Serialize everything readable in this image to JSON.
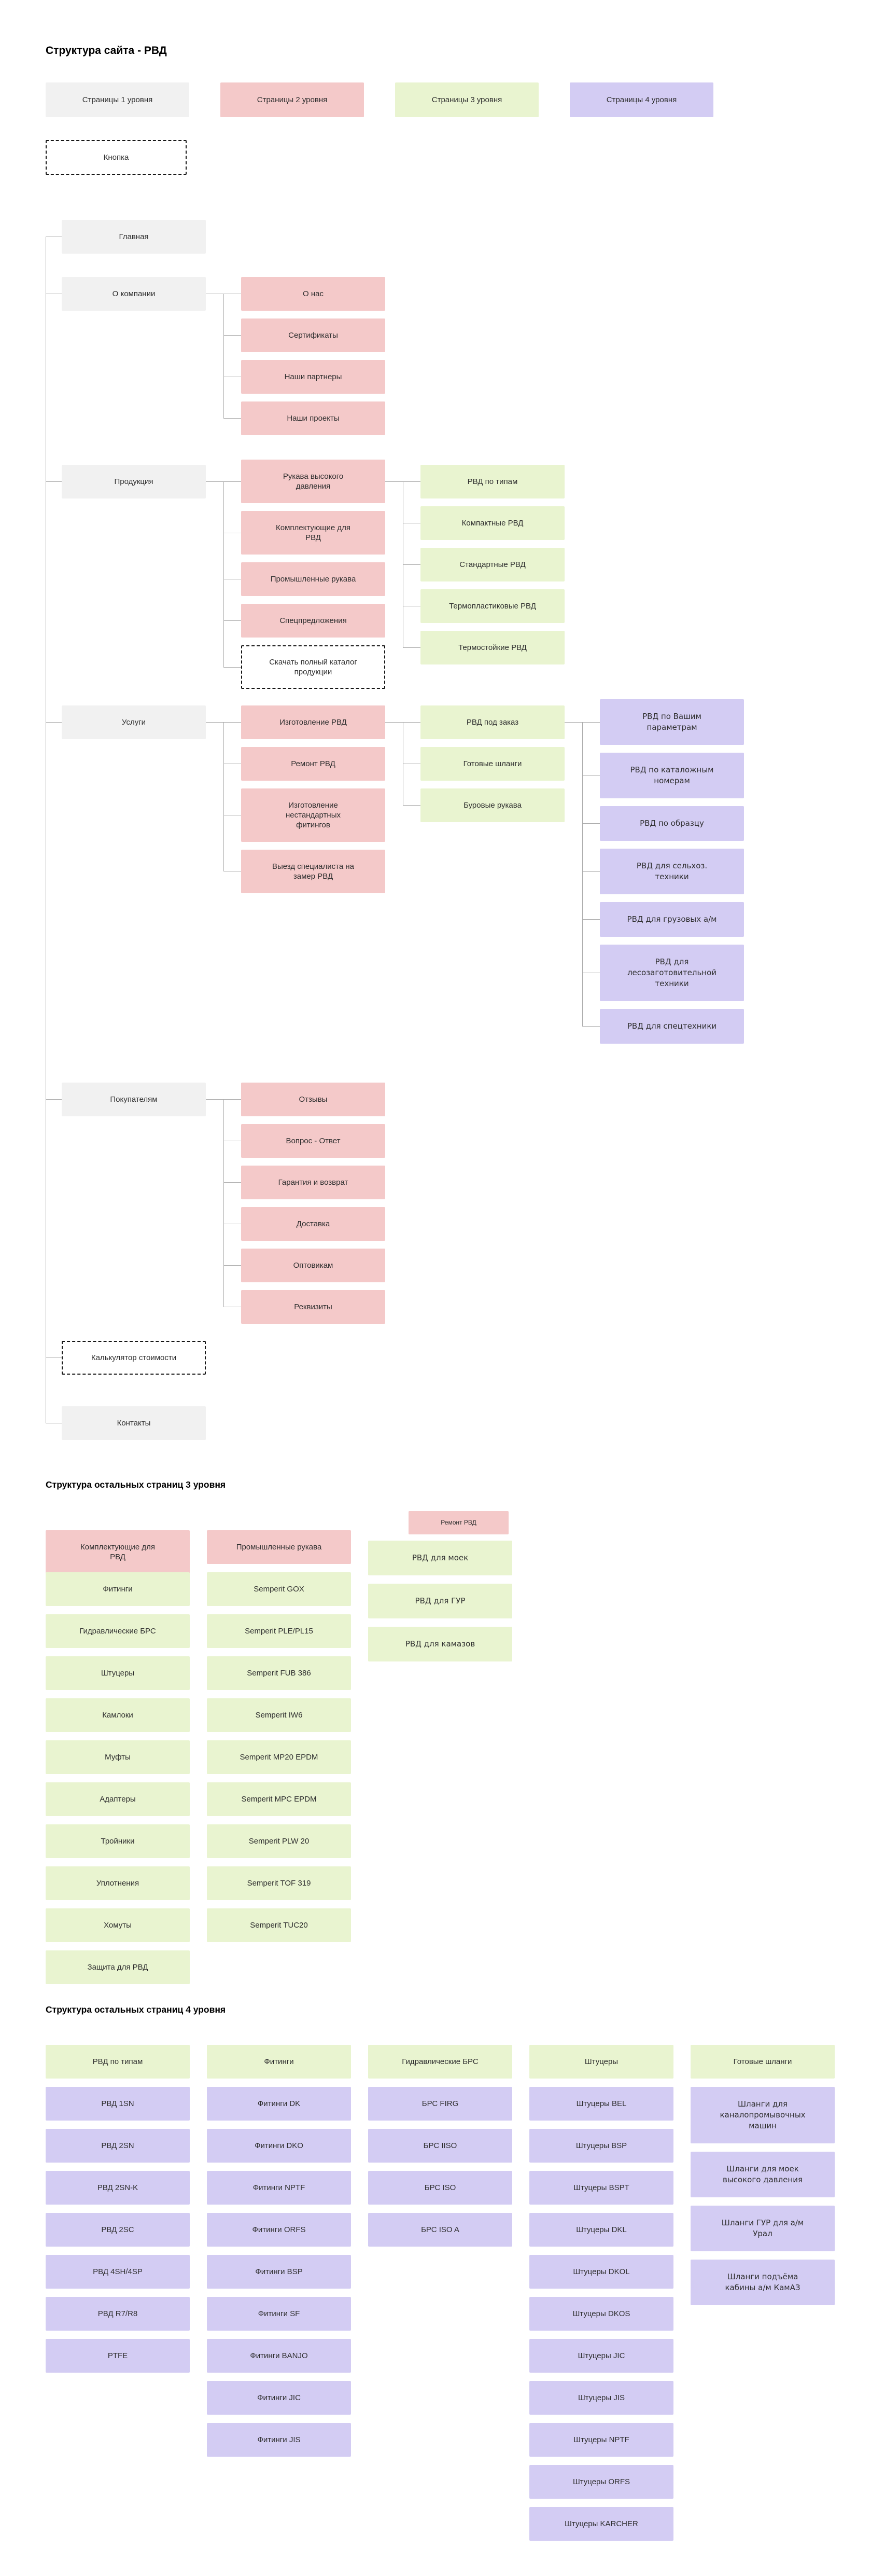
{
  "title": "Структура сайта - РВД",
  "legend": [
    {
      "label": "Страницы 1 уровня",
      "color": "#F1F1F1"
    },
    {
      "label": "Страницы 2 уровня",
      "color": "#F4C9C9"
    },
    {
      "label": "Страницы 3 уровня",
      "color": "#E9F4D0"
    },
    {
      "label": "Страницы 4 уровня",
      "color": "#D3CCF3"
    }
  ],
  "button": {
    "label": "Кнопка"
  },
  "colors": {
    "level1_bg": "#F1F1F1",
    "level2_bg": "#F4C9C9",
    "level3_bg": "#E9F4D0",
    "level4_bg": "#D3CCF3",
    "connector": "#ACACAC"
  },
  "tree": [
    {
      "label": "Главная"
    },
    {
      "label": "О компании",
      "children": [
        {
          "label": "О нас"
        },
        {
          "label": "Сертификаты"
        },
        {
          "label": "Наши партнеры"
        },
        {
          "label": "Наши проекты"
        }
      ]
    },
    {
      "label": "Продукция",
      "children": [
        {
          "label": "Рукава высокого давления",
          "children": [
            {
              "label": "РВД по типам"
            },
            {
              "label": "Компактные РВД"
            },
            {
              "label": "Стандартные РВД"
            },
            {
              "label": "Термопластиковые РВД"
            },
            {
              "label": "Термостойкие РВД"
            }
          ]
        },
        {
          "label": "Комплектующие для РВД"
        },
        {
          "label": "Промышленные рукава"
        },
        {
          "label": "Спецпредложения"
        },
        {
          "label": "Скачать полный каталог продукции",
          "variant": "button"
        }
      ]
    },
    {
      "label": "Услуги",
      "children": [
        {
          "label": "Изготовление РВД",
          "children": [
            {
              "label": "РВД под заказ",
              "children": [
                {
                  "label": "РВД по Вашим параметрам"
                },
                {
                  "label": "РВД по каталожным номерам"
                },
                {
                  "label": "РВД по образцу"
                },
                {
                  "label": "РВД для сельхоз. техники"
                },
                {
                  "label": "РВД для грузовых а/м"
                },
                {
                  "label": "РВД для лесозаготовительной техники"
                },
                {
                  "label": "РВД для спецтехники"
                }
              ]
            },
            {
              "label": "Готовые шланги"
            },
            {
              "label": "Буровые рукава"
            }
          ]
        },
        {
          "label": "Ремонт РВД"
        },
        {
          "label": "Изготовление нестандартных фитингов"
        },
        {
          "label": "Выезд специалиста на замер РВД"
        }
      ]
    },
    {
      "label": "Покупателям",
      "children": [
        {
          "label": "Отзывы"
        },
        {
          "label": "Вопрос - Ответ"
        },
        {
          "label": "Гарантия и возврат"
        },
        {
          "label": "Доставка"
        },
        {
          "label": "Оптовикам"
        },
        {
          "label": "Реквизиты"
        }
      ]
    },
    {
      "label": "Калькулятор стоимости",
      "variant": "button"
    },
    {
      "label": "Контакты"
    }
  ],
  "sections": [
    {
      "heading": "Структура остальных страниц 3 уровня",
      "columns": [
        {
          "header": {
            "label": "Комплектующие для РВД"
          },
          "items": [
            {
              "label": "Фитинги"
            },
            {
              "label": "Гидравлические БРС"
            },
            {
              "label": "Штуцеры"
            },
            {
              "label": "Камлоки"
            },
            {
              "label": "Муфты"
            },
            {
              "label": "Адаптеры"
            },
            {
              "label": "Тройники"
            },
            {
              "label": "Уплотнения"
            },
            {
              "label": "Хомуты"
            },
            {
              "label": "Защита для РВД"
            }
          ]
        },
        {
          "header": {
            "label": "Промышленные рукава"
          },
          "items": [
            {
              "label": "Semperit GOX"
            },
            {
              "label": "Semperit PLE/PL15"
            },
            {
              "label": "Semperit FUB 386"
            },
            {
              "label": "Semperit IW6"
            },
            {
              "label": "Semperit MP20 EPDM"
            },
            {
              "label": "Semperit MPC EPDM"
            },
            {
              "label": "Semperit PLW 20"
            },
            {
              "label": "Semperit TOF 319"
            },
            {
              "label": "Semperit TUC20"
            }
          ]
        },
        {
          "header": {
            "label": "Ремонт РВД"
          },
          "items": [
            {
              "label": "РВД для моек"
            },
            {
              "label": "РВД для ГУР"
            },
            {
              "label": "РВД для камазов"
            }
          ]
        }
      ]
    },
    {
      "heading": "Структура остальных страниц 4 уровня",
      "columns": [
        {
          "header": {
            "label": "РВД по типам"
          },
          "items": [
            {
              "label": "РВД 1SN"
            },
            {
              "label": "РВД 2SN"
            },
            {
              "label": "РВД 2SN-K"
            },
            {
              "label": "РВД 2SC"
            },
            {
              "label": "РВД 4SH/4SP"
            },
            {
              "label": "РВД R7/R8"
            },
            {
              "label": "PTFE"
            }
          ]
        },
        {
          "header": {
            "label": "Фитинги"
          },
          "items": [
            {
              "label": "Фитинги DK"
            },
            {
              "label": "Фитинги DKO"
            },
            {
              "label": "Фитинги NPTF"
            },
            {
              "label": "Фитинги ORFS"
            },
            {
              "label": "Фитинги BSP"
            },
            {
              "label": "Фитинги SF"
            },
            {
              "label": "Фитинги BANJO"
            },
            {
              "label": "Фитинги JIC"
            },
            {
              "label": "Фитинги JIS"
            }
          ]
        },
        {
          "header": {
            "label": "Гидравлические БРС"
          },
          "items": [
            {
              "label": "БРС FIRG"
            },
            {
              "label": "БРС IISO"
            },
            {
              "label": "БРС ISO"
            },
            {
              "label": "БРС ISO A"
            }
          ]
        },
        {
          "header": {
            "label": "Штуцеры"
          },
          "items": [
            {
              "label": "Штуцеры BEL"
            },
            {
              "label": "Штуцеры BSP"
            },
            {
              "label": "Штуцеры BSPT"
            },
            {
              "label": "Штуцеры DKL"
            },
            {
              "label": "Штуцеры DKOL"
            },
            {
              "label": "Штуцеры DKOS"
            },
            {
              "label": "Штуцеры JIC"
            },
            {
              "label": "Штуцеры JIS"
            },
            {
              "label": "Штуцеры NPTF"
            },
            {
              "label": "Штуцеры ORFS"
            },
            {
              "label": "Штуцеры KARCHER"
            }
          ]
        },
        {
          "header": {
            "label": "Готовые шланги"
          },
          "items": [
            {
              "label": "Шланги для каналопромывочных машин"
            },
            {
              "label": "Шланги для моек высокого давления"
            },
            {
              "label": "Шланги ГУР для а/м Урал"
            },
            {
              "label": "Шланги подъёма кабины а/м КамАЗ"
            }
          ]
        }
      ]
    }
  ]
}
